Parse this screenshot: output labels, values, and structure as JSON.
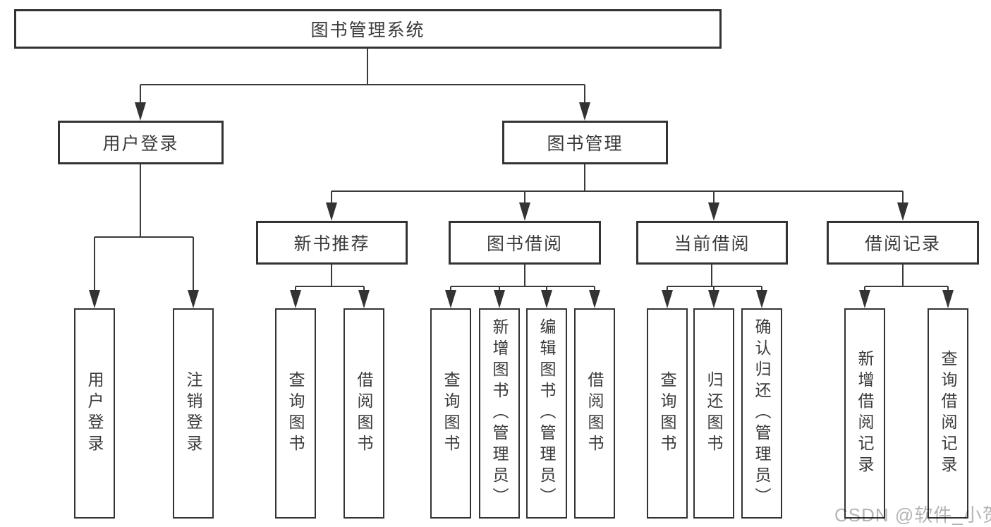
{
  "diagram": {
    "title": "图书管理系统",
    "level2": {
      "user_login": "用户登录",
      "book_management": "图书管理"
    },
    "level3": {
      "new_book_recommend": "新书推荐",
      "book_borrow": "图书借阅",
      "current_borrow": "当前借阅",
      "borrow_records": "借阅记录"
    },
    "leaves": {
      "user_login": [
        "用户登录",
        "注销登录"
      ],
      "new_book_recommend": [
        "查询图书",
        "借阅图书"
      ],
      "book_borrow": [
        "查询图书",
        "新增图书（管理员）",
        "编辑图书（管理员）",
        "借阅图书"
      ],
      "current_borrow": [
        "查询图书",
        "归还图书",
        "确认归还（管理员）"
      ],
      "borrow_records": [
        "新增借阅记录",
        "查询借阅记录"
      ]
    }
  },
  "watermark": "CSDN @软件_小贺同学",
  "colors": {
    "line": "#3a3a3a",
    "box_border": "#333333",
    "text": "#3a3a3a",
    "watermark": "#b4b4b4",
    "background": "#ffffff"
  }
}
